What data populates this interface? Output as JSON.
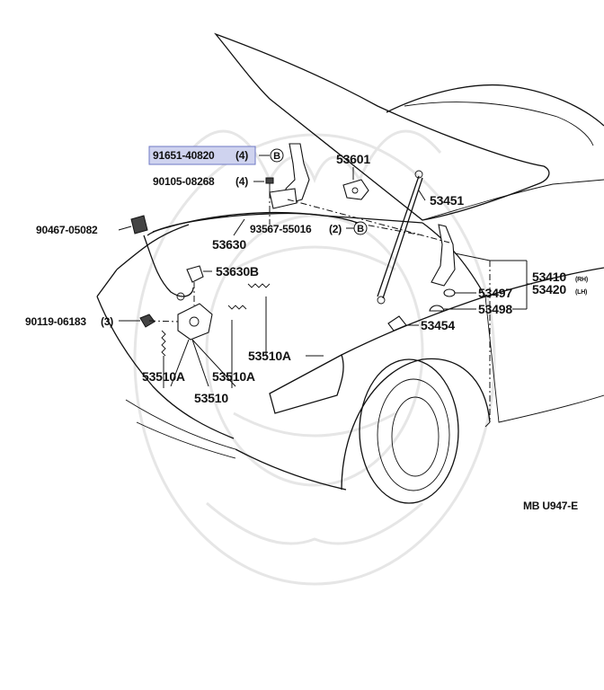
{
  "diagram": {
    "code": "MB U947-E",
    "highlight_color": "#cfd3ef",
    "highlight_border": "#6f78c4",
    "labels": {
      "p91651": "91651-40820",
      "p91651_qty": "(4)",
      "p90105": "90105-08268",
      "p90105_qty": "(4)",
      "p53601": "53601",
      "p53451": "53451",
      "p90467": "90467-05082",
      "p93567": "93567-55016",
      "p93567_qty": "(2)",
      "p53630": "53630",
      "p53630b": "53630B",
      "p53410": "53410",
      "p53410_side": "(RH)",
      "p53420": "53420",
      "p53420_side": "(LH)",
      "p53497": "53497",
      "p53498": "53498",
      "p90119": "90119-06183",
      "p90119_qty": "(3)",
      "p53454": "53454",
      "p53510a_right": "53510A",
      "p53510a_left": "53510A",
      "p53510a_mid": "53510A",
      "p53510": "53510",
      "marker_b": "B"
    }
  }
}
